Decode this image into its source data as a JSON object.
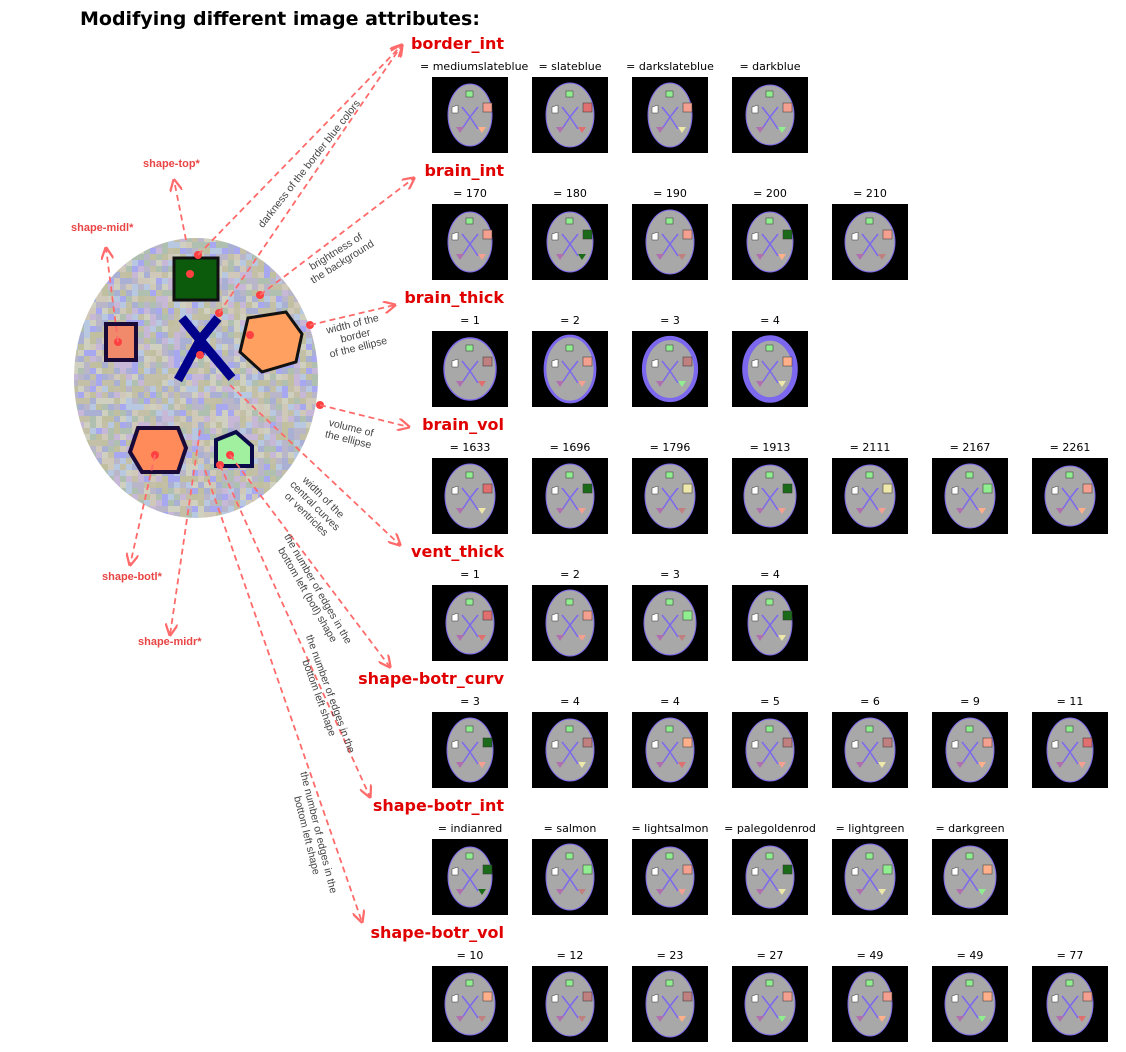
{
  "title": "Modifying different image attributes:",
  "shape_labels": [
    "shape-top*",
    "shape-midl*",
    "shape-botl*",
    "shape-midr*"
  ],
  "annotations": [
    "darkness of the border blue colors",
    "brightness of\nthe background",
    "width of the\nborder\nof the ellipse",
    "volume of\nthe ellipse",
    "width of the\ncentral curves\nor ventricles",
    "the number of edges in the\nbottom left (botl) shape",
    "the number of edges in the\nbottom left shape",
    "the number of edges in the\nbottom left shape"
  ],
  "rows": [
    {
      "name": "border_int",
      "values": [
        "= mediumslateblue",
        "= slateblue",
        "= darkslateblue",
        "= darkblue"
      ]
    },
    {
      "name": "brain_int",
      "values": [
        "= 170",
        "= 180",
        "= 190",
        "= 200",
        "= 210"
      ]
    },
    {
      "name": "brain_thick",
      "values": [
        "= 1",
        "= 2",
        "= 3",
        "= 4"
      ]
    },
    {
      "name": "brain_vol",
      "values": [
        "= 1633",
        "= 1696",
        "= 1796",
        "= 1913",
        "= 2111",
        "= 2167",
        "= 2261"
      ]
    },
    {
      "name": "vent_thick",
      "values": [
        "= 1",
        "= 2",
        "= 3",
        "= 4"
      ]
    },
    {
      "name": "shape-botr_curv",
      "values": [
        "= 3",
        "= 4",
        "= 4",
        "= 5",
        "= 6",
        "= 9",
        "= 11"
      ]
    },
    {
      "name": "shape-botr_int",
      "values": [
        "= indianred",
        "= salmon",
        "= lightsalmon",
        "= palegoldenrod",
        "= lightgreen",
        "= darkgreen"
      ]
    },
    {
      "name": "shape-botr_vol",
      "values": [
        "= 10",
        "= 12",
        "= 23",
        "= 27",
        "= 49",
        "= 49",
        "= 77"
      ]
    }
  ],
  "colors": {
    "label_red": "#e00000",
    "arrow_red": "#ff6b6b",
    "ellipse_fill": "#a8a8a8",
    "ellipse_border": "#7b68ee",
    "ventricle": "#7b68ee"
  }
}
